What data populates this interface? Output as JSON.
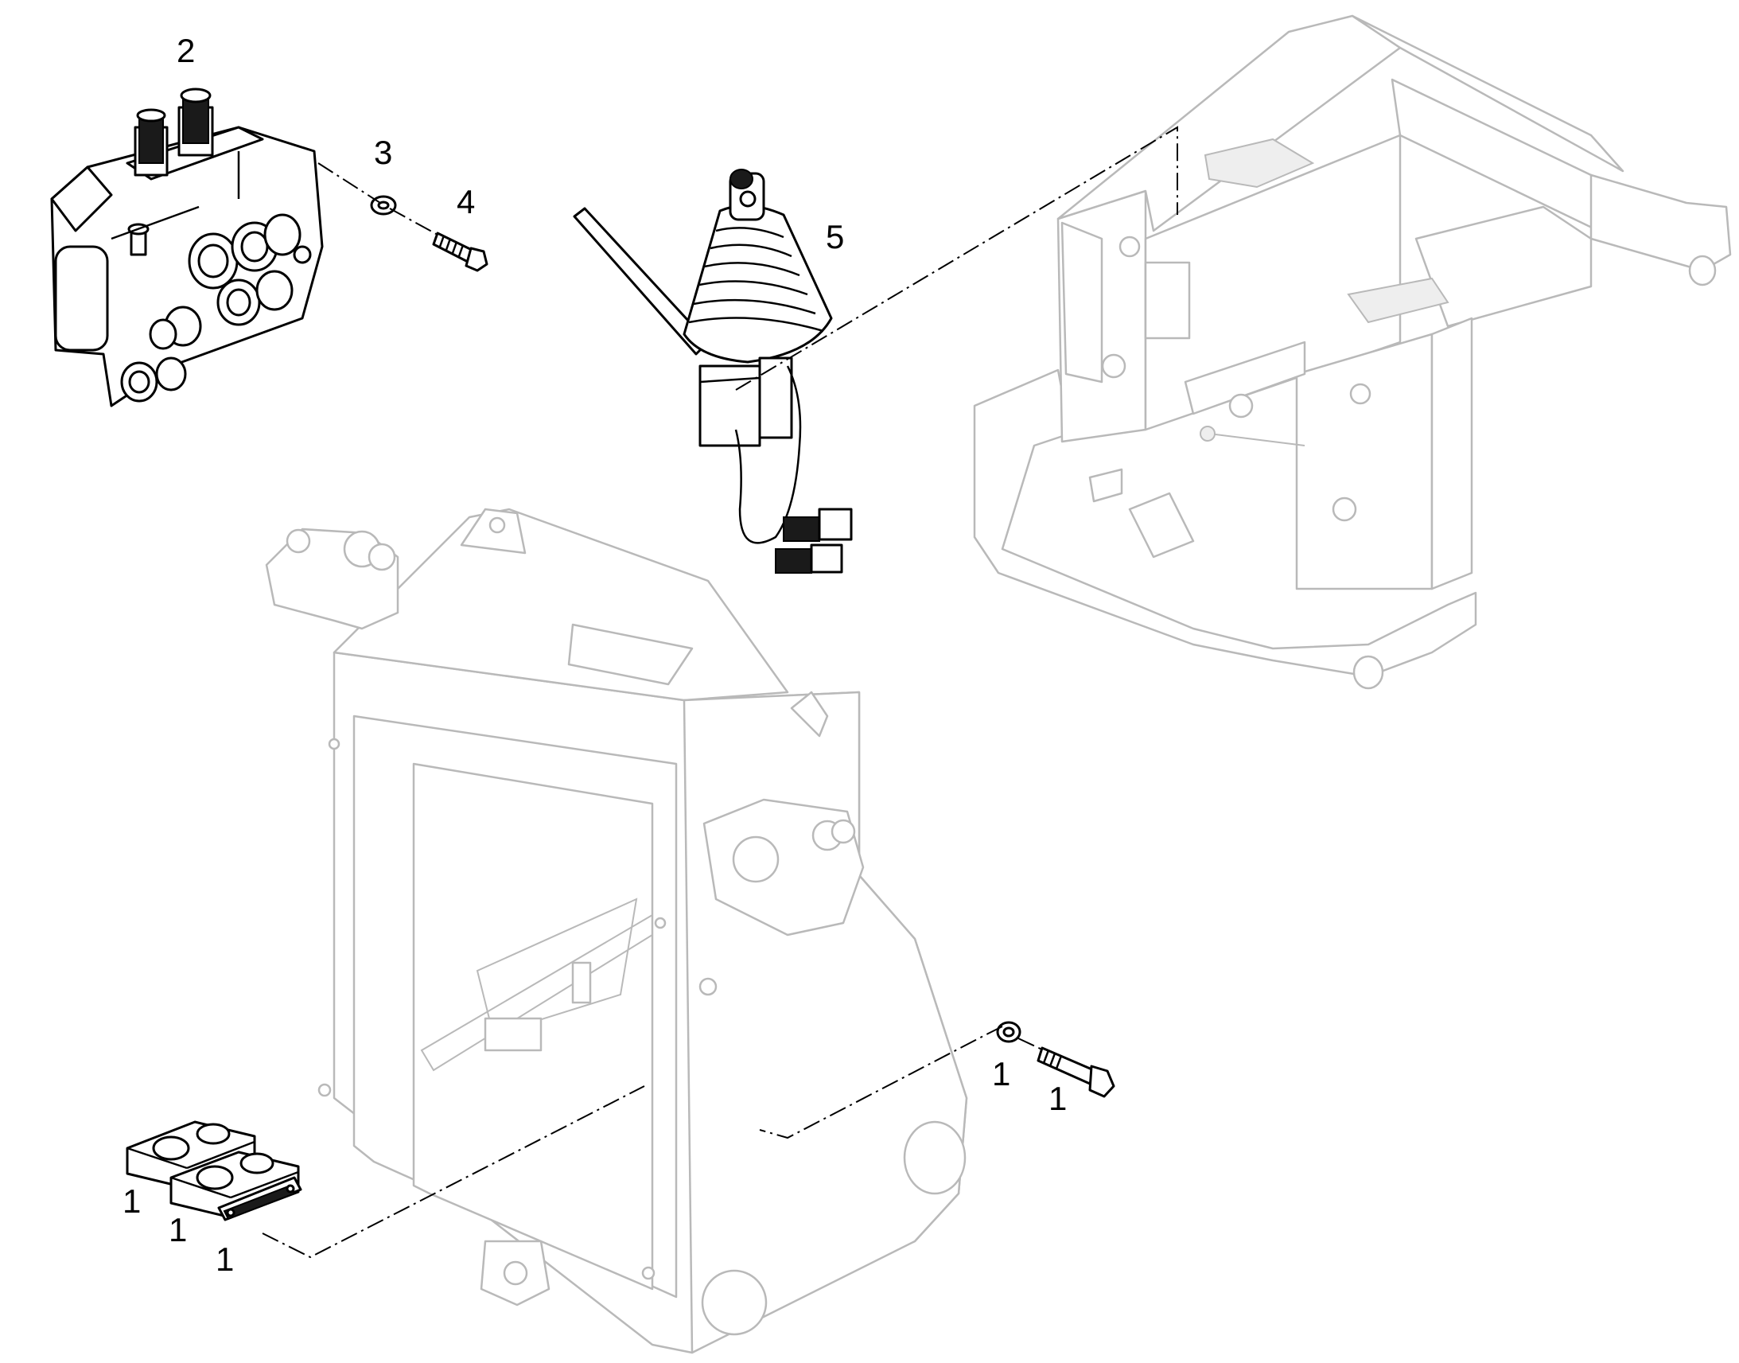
{
  "callouts": {
    "valve_block": "2",
    "washer_top": "3",
    "bolt_top": "4",
    "joystick": "5",
    "washer_right": "1",
    "bolt_right": "1",
    "clamp_half_upper": "1",
    "clamp_half_lower": "1",
    "clamp_plate": "1"
  },
  "icons": {
    "valve": "control-valve-icon",
    "joystick": "joystick-icon",
    "frame_front": "front-frame-icon",
    "frame_rear": "rear-frame-icon"
  }
}
